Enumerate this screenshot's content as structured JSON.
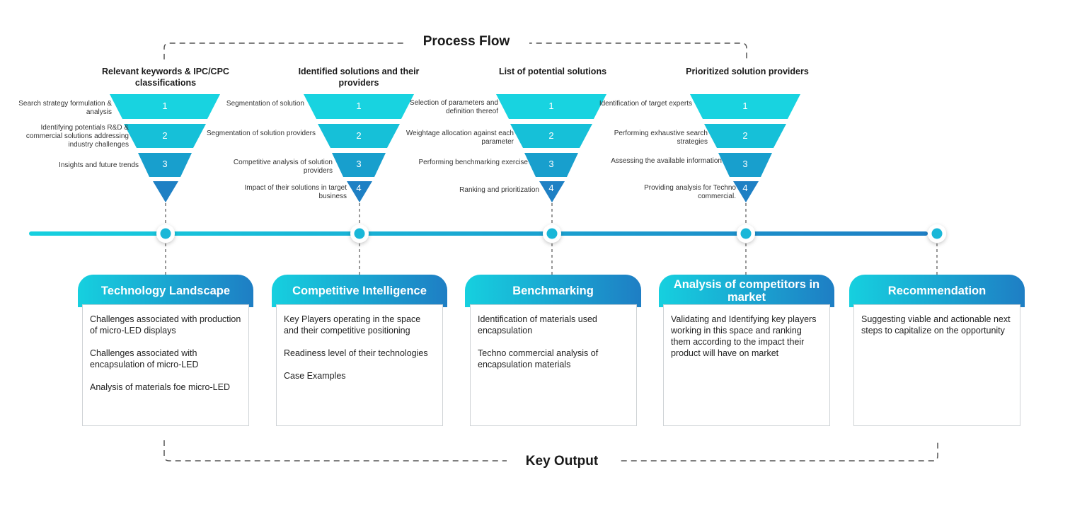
{
  "titles": {
    "process_flow": "Process Flow",
    "key_output": "Key Output"
  },
  "colors": {
    "teal": "#16d0df",
    "blue": "#1e7ec4",
    "text": "#1a1a1a",
    "card_border": "#cfd3d6"
  },
  "funnels": [
    {
      "heading": "Relevant keywords & IPC/CPC classifications",
      "steps": [
        {
          "num": "1",
          "label": "Search strategy formulation & analysis"
        },
        {
          "num": "2",
          "label": "Identifying potentials R&D & commercial solutions addressing industry challenges"
        },
        {
          "num": "3",
          "label": "Insights and future trends"
        },
        {
          "num": "",
          "label": ""
        }
      ]
    },
    {
      "heading": "Identified solutions and their providers",
      "steps": [
        {
          "num": "1",
          "label": "Segmentation of solution"
        },
        {
          "num": "2",
          "label": "Segmentation of solution providers"
        },
        {
          "num": "3",
          "label": "Competitive analysis of solution providers"
        },
        {
          "num": "4",
          "label": "Impact of their solutions in target business"
        }
      ]
    },
    {
      "heading": "List of potential solutions",
      "steps": [
        {
          "num": "1",
          "label": "Selection of parameters and definition thereof"
        },
        {
          "num": "2",
          "label": "Weightage allocation against each parameter"
        },
        {
          "num": "3",
          "label": "Performing benchmarking exercise"
        },
        {
          "num": "4",
          "label": "Ranking and prioritization"
        }
      ]
    },
    {
      "heading": "Prioritized solution providers",
      "steps": [
        {
          "num": "1",
          "label": "Identification of target experts"
        },
        {
          "num": "2",
          "label": "Performing exhaustive search strategies"
        },
        {
          "num": "3",
          "label": "Assessing the available information"
        },
        {
          "num": "4",
          "label": "Providing analysis for Techno commercial."
        }
      ]
    }
  ],
  "cards": [
    {
      "title": "Technology Landscape",
      "items": [
        "Challenges associated with production of micro-LED displays",
        "Challenges associated with encapsulation of micro-LED",
        "Analysis of materials foe micro-LED"
      ]
    },
    {
      "title": "Competitive Intelligence",
      "items": [
        "Key Players operating in the space and their competitive positioning",
        "Readiness level of their technologies",
        "Case Examples"
      ]
    },
    {
      "title": "Benchmarking",
      "items": [
        "Identification of materials used encapsulation",
        "Techno commercial analysis of encapsulation materials"
      ]
    },
    {
      "title": "Analysis of competitors in market",
      "items": [
        "Validating and Identifying key players working in this space and ranking them according to the impact their product will have on market"
      ]
    },
    {
      "title": "Recommendation",
      "items": [
        "Suggesting viable and actionable next steps to capitalize on the opportunity"
      ]
    }
  ]
}
